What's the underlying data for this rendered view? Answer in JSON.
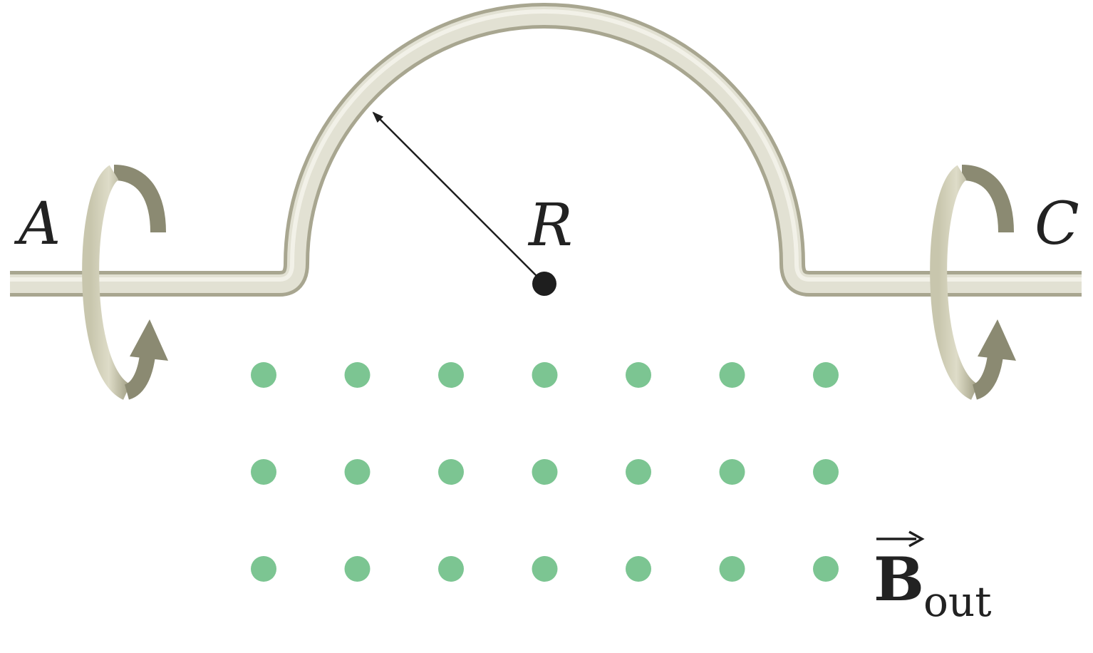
{
  "labels": {
    "point_a": "A",
    "point_c": "C",
    "radius": "R",
    "field_symbol": "B",
    "field_subscript": "out"
  },
  "field": {
    "rows": 3,
    "columns": 7,
    "dot_color": "#7cc592"
  },
  "colors": {
    "wire_outline": "#b2b09a",
    "wire_fill": "#dcdbcb",
    "arrow_front": "#cdcbb1",
    "arrow_back": "#8b8a72",
    "ink": "#1e1e1e"
  }
}
